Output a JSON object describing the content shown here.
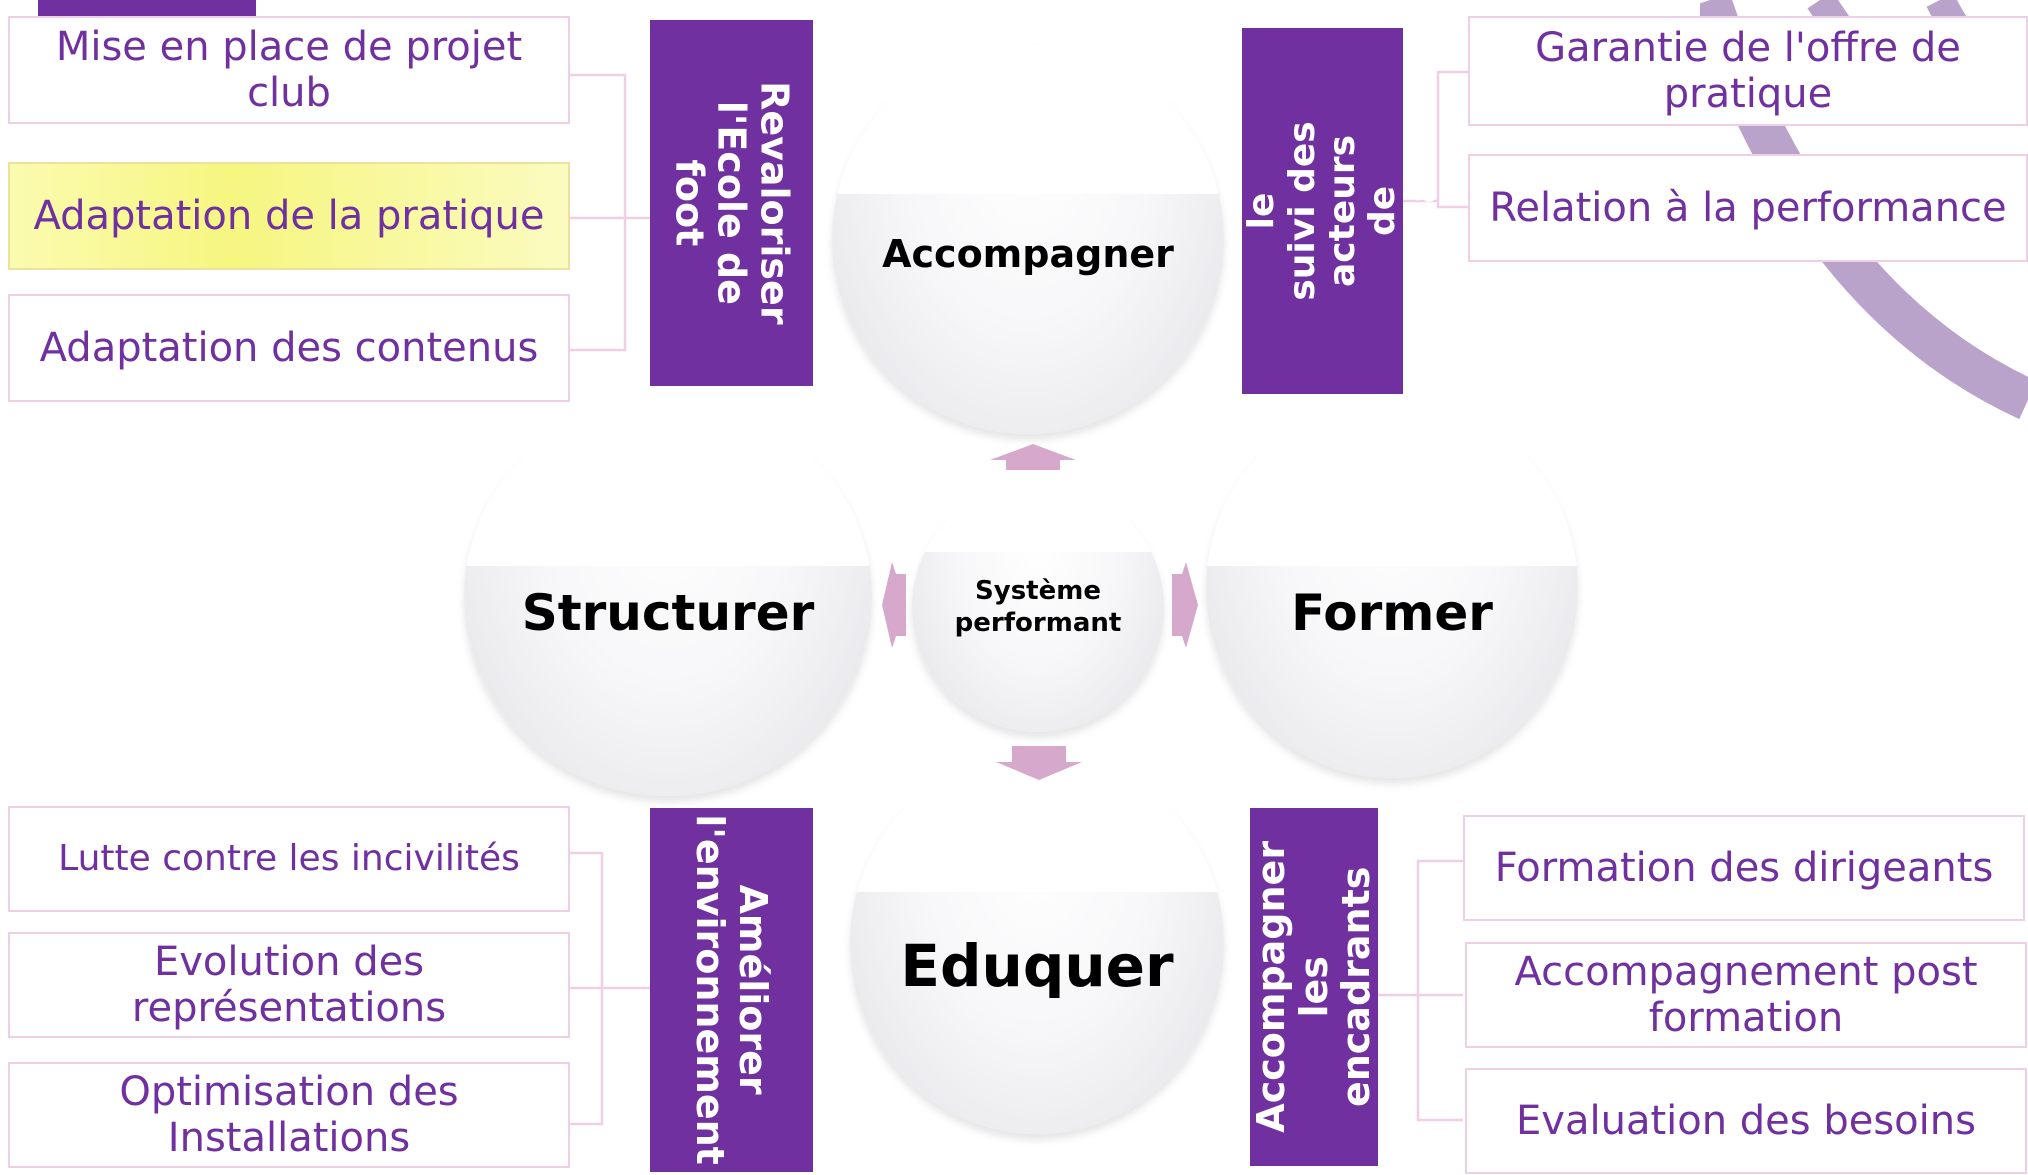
{
  "center": {
    "line1": "Système",
    "line2": "performant"
  },
  "nodes": {
    "top": "Accompagner",
    "left": "Structurer",
    "right": "Former",
    "bottom": "Eduquer"
  },
  "banners": {
    "top_left": "Revaloriser\nl'Ecole de foot",
    "top_right": "Optimiser le\nsuivi des acteurs\nde terrain",
    "bottom_left": "Améliorer\nl'environnement",
    "bottom_right": "Accompagner\nles encadrants"
  },
  "leaves": {
    "top_left": [
      "Mise en place de projet club",
      "Adaptation de la pratique",
      "Adaptation des contenus"
    ],
    "top_right": [
      "Garantie de l'offre de pratique",
      "Relation à la performance"
    ],
    "bottom_left": [
      "Lutte contre les incivilités",
      "Evolution des représentations",
      "Optimisation des Installations"
    ],
    "bottom_right": [
      "Formation des dirigeants",
      "Accompagnement post formation",
      "Evaluation des besoins"
    ]
  },
  "colors": {
    "banner": "#7030a0",
    "leaf_text": "#7030a0",
    "leaf_border": "#efcfe6",
    "highlight": "#f6f680",
    "arrow": "#d6a8cc",
    "arc": "#b9a3ca"
  }
}
